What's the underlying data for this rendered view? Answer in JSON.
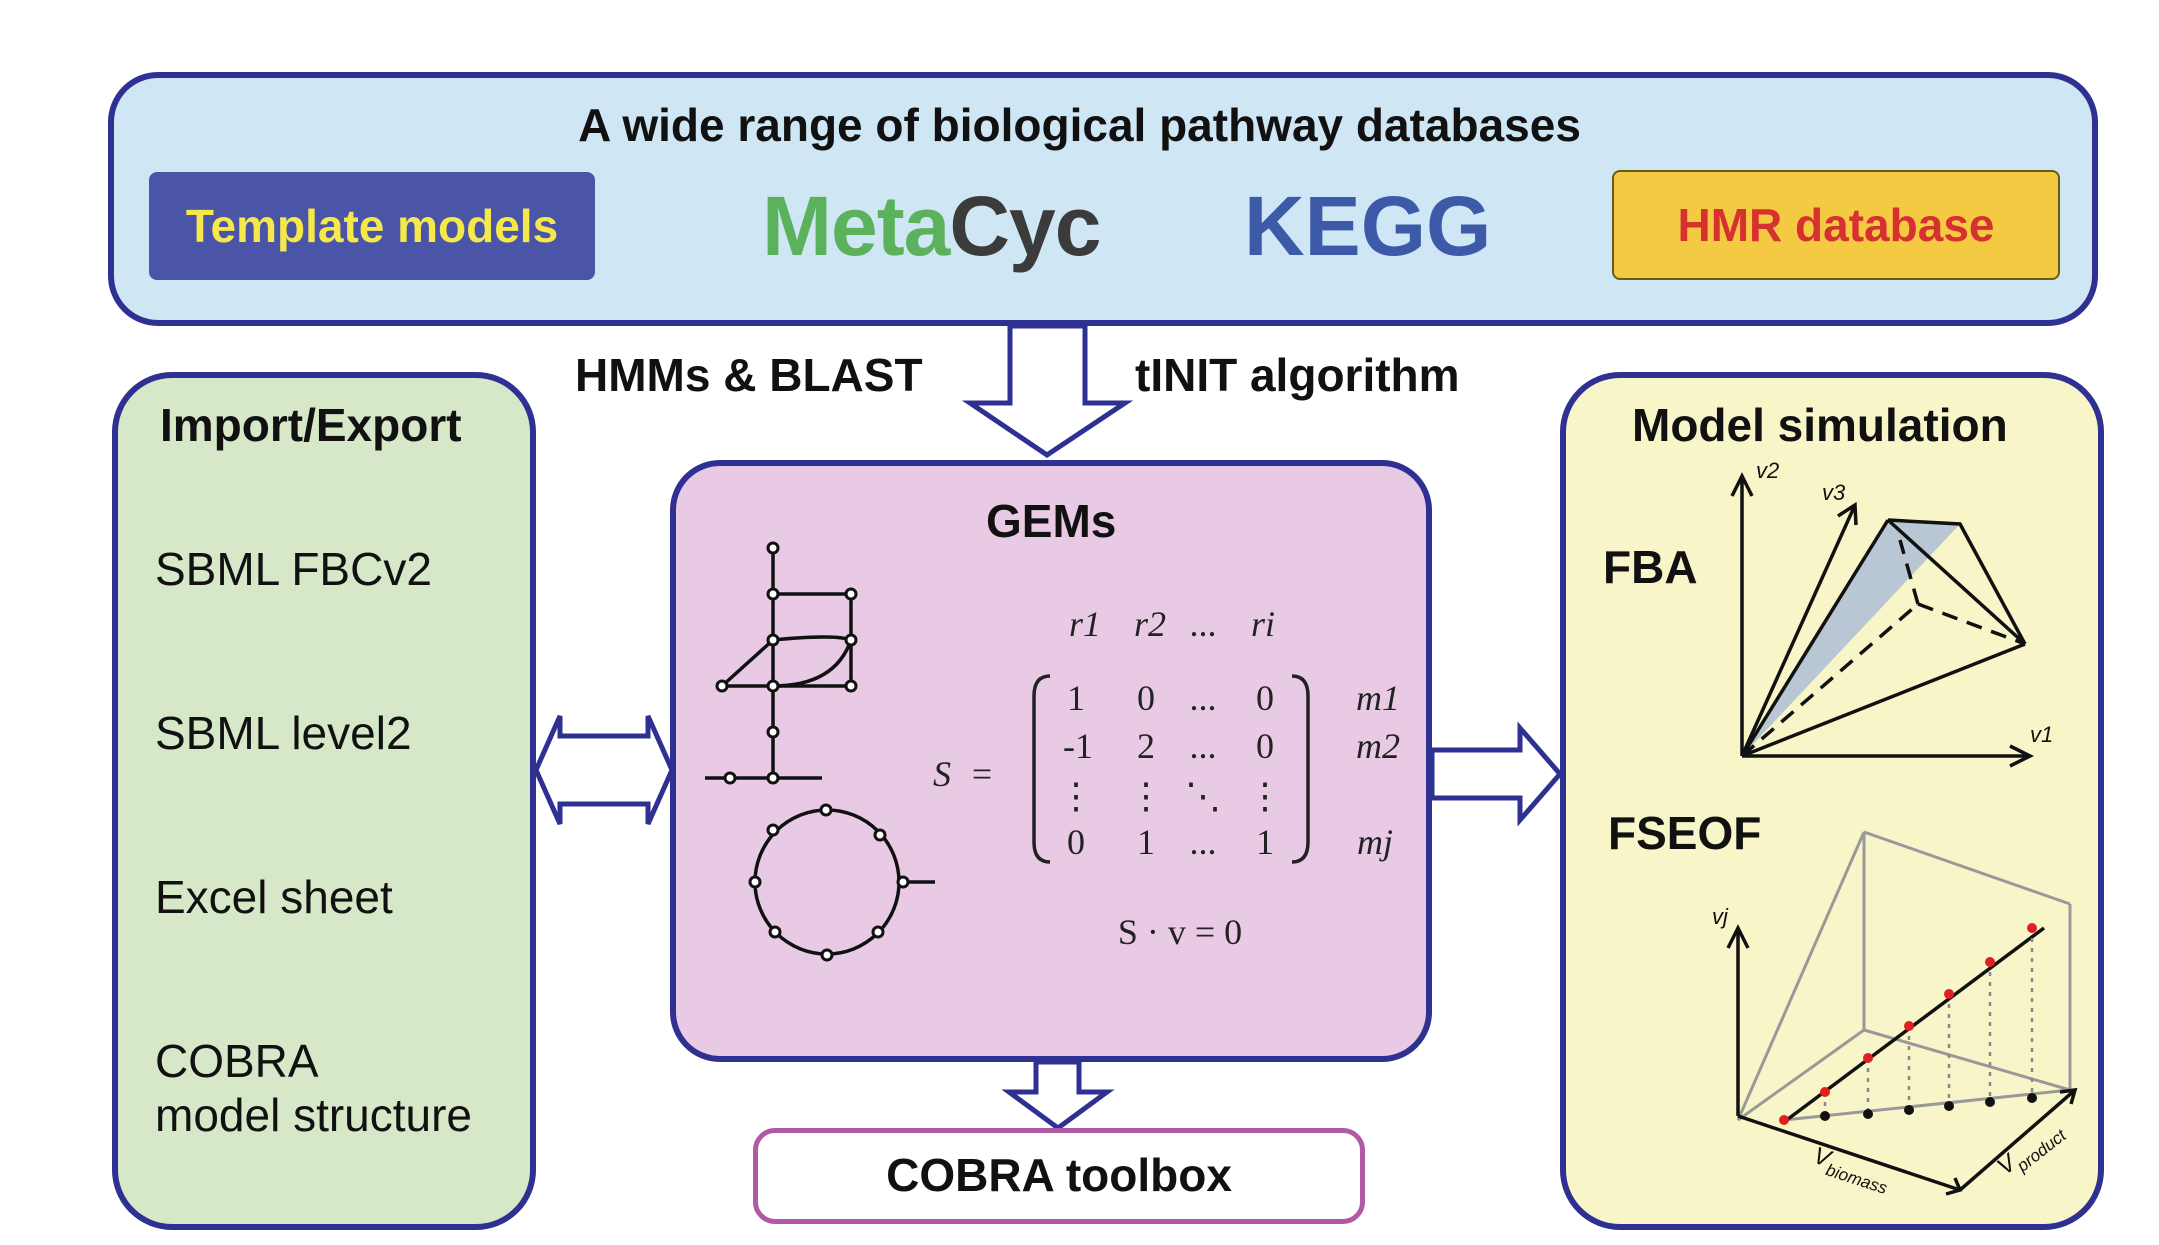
{
  "top": {
    "title": "A wide range of biological pathway databases",
    "template_models": "Template models",
    "metacyc_part1": "Meta",
    "metacyc_part2": "Cyc",
    "kegg": "KEGG",
    "hmr": "HMR database"
  },
  "arrows": {
    "left_label": "HMMs & BLAST",
    "right_label": "tINIT algorithm"
  },
  "import_export": {
    "title": "Import/Export",
    "items": [
      "SBML FBCv2",
      "SBML level2",
      "Excel sheet",
      "COBRA",
      "model structure"
    ]
  },
  "gems": {
    "title": "GEMs",
    "matrix_symbol": "S",
    "equals": "=",
    "col_headers": [
      "r1",
      "r2",
      "...",
      "ri"
    ],
    "rows": [
      [
        "1",
        "0",
        "...",
        "0"
      ],
      [
        "-1",
        "2",
        "...",
        "0"
      ],
      [
        "⋮",
        "⋮",
        "⋱",
        "⋮"
      ],
      [
        "0",
        "1",
        "...",
        "1"
      ]
    ],
    "row_labels": [
      "m1",
      "m2",
      "",
      "mj"
    ],
    "equation": "S · v = 0"
  },
  "simulation": {
    "title": "Model simulation",
    "fba": "FBA",
    "fseof": "FSEOF",
    "fba_axes": [
      "v1",
      "v2",
      "v3"
    ],
    "fseof_axes": {
      "y": "vj",
      "x1": "biomass",
      "x2": "product",
      "prefix": "V"
    }
  },
  "cobra_toolbox": "COBRA toolbox",
  "colors": {
    "border": "#2e3192",
    "top_bg": "#cfe6f4",
    "import_bg": "#d7e8c8",
    "gems_bg": "#e8cae4",
    "sim_bg": "#f8f6c8",
    "template_bg": "#4a55a8",
    "template_text": "#f5e84a",
    "hmr_bg": "#f3ca42",
    "hmr_text": "#d63030",
    "metacyc_green": "#5cb25c",
    "kegg_blue": "#3c5aa8"
  }
}
